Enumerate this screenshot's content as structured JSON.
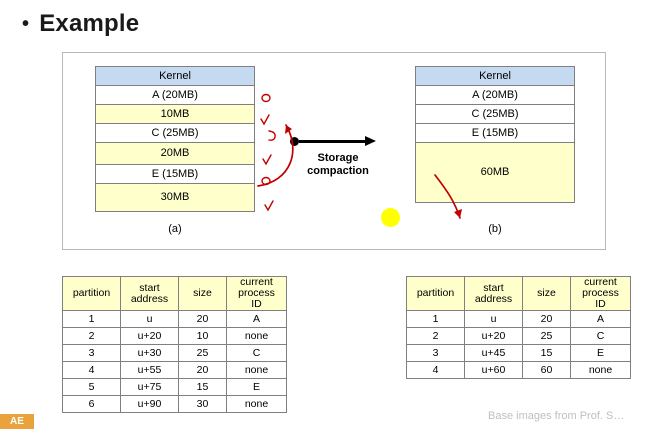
{
  "slide": {
    "bullet": "•",
    "title": "Example",
    "footer_note": "Base images from Prof. S…",
    "footer_mark": "AE"
  },
  "diagram": {
    "left": {
      "caption": "(a)",
      "blocks": [
        {
          "label": "Kernel",
          "type": "kernel"
        },
        {
          "label": "A (20MB)",
          "type": "proc"
        },
        {
          "label": "10MB",
          "type": "hole"
        },
        {
          "label": "C (25MB)",
          "type": "proc"
        },
        {
          "label": "20MB",
          "type": "hole"
        },
        {
          "label": "E (15MB)",
          "type": "proc"
        },
        {
          "label": "30MB",
          "type": "hole"
        }
      ]
    },
    "right": {
      "caption": "(b)",
      "blocks": [
        {
          "label": "Kernel",
          "type": "kernel"
        },
        {
          "label": "A (20MB)",
          "type": "proc"
        },
        {
          "label": "C (25MB)",
          "type": "proc"
        },
        {
          "label": "E (15MB)",
          "type": "proc"
        },
        {
          "label": "60MB",
          "type": "hole"
        }
      ]
    },
    "arrow_label_line1": "Storage",
    "arrow_label_line2": "compaction"
  },
  "table_left": {
    "headers": [
      "partition",
      "start address",
      "size",
      "current process ID"
    ],
    "header_parts": [
      [
        "partition"
      ],
      [
        "start",
        "address"
      ],
      [
        "size"
      ],
      [
        "current",
        "process",
        "ID"
      ]
    ],
    "rows": [
      [
        "1",
        "u",
        "20",
        "A"
      ],
      [
        "2",
        "u+20",
        "10",
        "none"
      ],
      [
        "3",
        "u+30",
        "25",
        "C"
      ],
      [
        "4",
        "u+55",
        "20",
        "none"
      ],
      [
        "5",
        "u+75",
        "15",
        "E"
      ],
      [
        "6",
        "u+90",
        "30",
        "none"
      ]
    ]
  },
  "table_right": {
    "headers": [
      "partition",
      "start address",
      "size",
      "current process ID"
    ],
    "header_parts": [
      [
        "partition"
      ],
      [
        "start",
        "address"
      ],
      [
        "size"
      ],
      [
        "current",
        "process",
        "ID"
      ]
    ],
    "rows": [
      [
        "1",
        "u",
        "20",
        "A"
      ],
      [
        "2",
        "u+20",
        "25",
        "C"
      ],
      [
        "3",
        "u+45",
        "15",
        "E"
      ],
      [
        "4",
        "u+60",
        "60",
        "none"
      ]
    ]
  },
  "colors": {
    "kernel_fill": "#c5d9f1",
    "hole_fill": "#ffffcc",
    "annotation_red": "#c00000",
    "highlight_dot": "#ffff00"
  }
}
